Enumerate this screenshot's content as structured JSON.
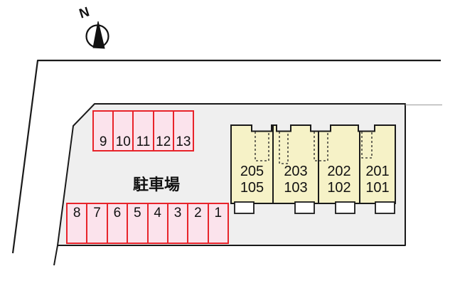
{
  "compass": {
    "label": "N"
  },
  "parking_area": {
    "label": "駐車場",
    "top_row_spaces": [
      "9",
      "10",
      "11",
      "12",
      "13"
    ],
    "bottom_row_spaces": [
      "8",
      "7",
      "6",
      "5",
      "4",
      "3",
      "2",
      "1"
    ]
  },
  "building": {
    "units": [
      {
        "line1": "205",
        "line2": "105"
      },
      {
        "line1": "203",
        "line2": "103"
      },
      {
        "line1": "202",
        "line2": "102"
      },
      {
        "line1": "201",
        "line2": "101"
      }
    ]
  },
  "colors": {
    "stall_fill": "#fbe3ec",
    "stall_border": "#e8232a",
    "building_fill": "#f6f2c7",
    "parcel_fill": "#efefef",
    "outline": "#1a1a1a",
    "porch_fill": "#ffffff"
  }
}
